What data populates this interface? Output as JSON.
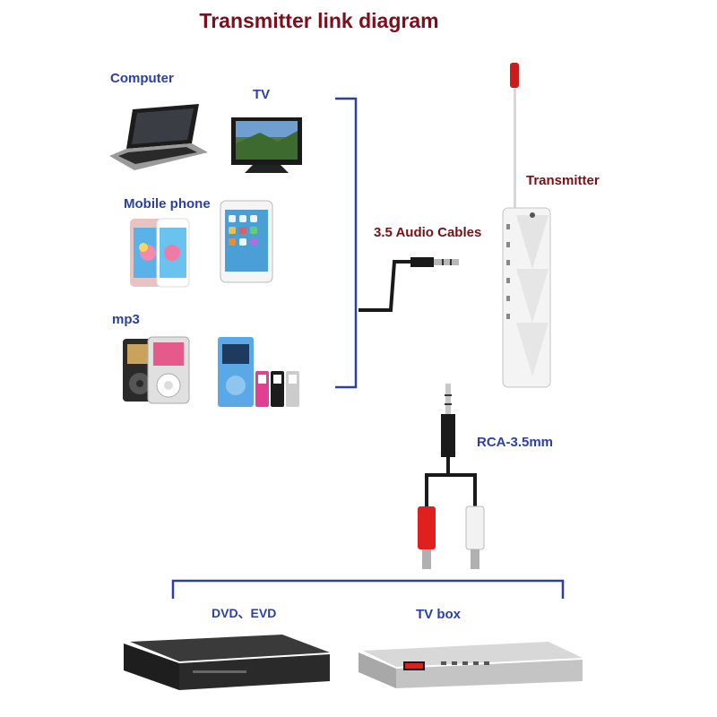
{
  "title": "Transmitter link diagram",
  "labels": {
    "computer": "Computer",
    "tv": "TV",
    "mobile": "Mobile phone",
    "mp3": "mp3",
    "audio_cables": "3.5 Audio Cables",
    "transmitter": "Transmitter",
    "rca": "RCA-3.5mm",
    "dvd": "DVD、EVD",
    "tvbox": "TV  box"
  },
  "colors": {
    "title": "#7d0f1c",
    "blue_label": "#2b3fa8",
    "red_label": "#7a0f18",
    "bracket": "#2b3fa8"
  },
  "icons": [
    "laptop-icon",
    "tv-icon",
    "smartphone-icon",
    "tablet-icon",
    "ipod-classic-icon",
    "mp3-players-icon",
    "transmitter-device",
    "audio-cable-35mm",
    "rca-cable",
    "dvd-player-icon",
    "tv-box-icon"
  ]
}
